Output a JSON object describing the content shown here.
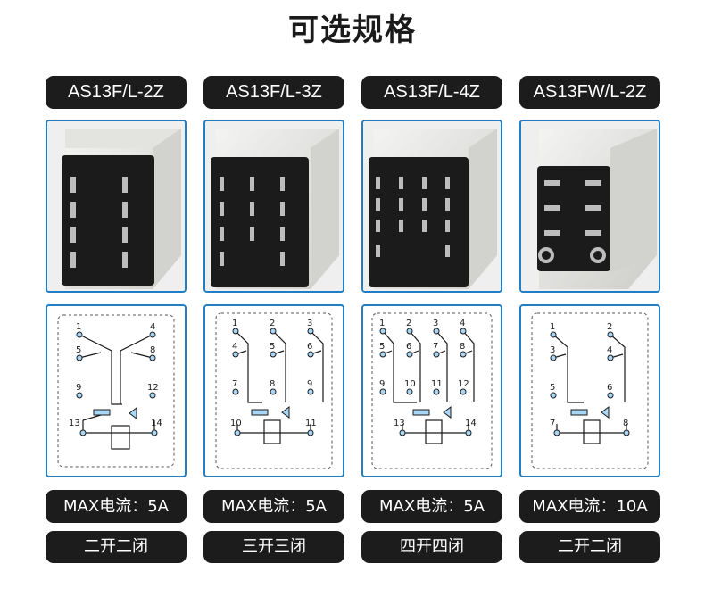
{
  "title": "可选规格",
  "models": [
    {
      "model": "AS13F/L-2Z",
      "current": "MAX电流：5A",
      "contact": "二开二闭",
      "terminals": [
        "1",
        "4",
        "5",
        "8",
        "9",
        "12",
        "13",
        "14"
      ]
    },
    {
      "model": "AS13F/L-3Z",
      "current": "MAX电流：5A",
      "contact": "三开三闭",
      "terminals": [
        "1",
        "2",
        "3",
        "4",
        "5",
        "6",
        "7",
        "8",
        "9",
        "10",
        "11"
      ]
    },
    {
      "model": "AS13F/L-4Z",
      "current": "MAX电流：5A",
      "contact": "四开四闭",
      "terminals": [
        "1",
        "2",
        "3",
        "4",
        "5",
        "6",
        "7",
        "8",
        "9",
        "10",
        "11",
        "12",
        "13",
        "14"
      ]
    },
    {
      "model": "AS13FW/L-2Z",
      "current": "MAX电流：10A",
      "contact": "二开二闭",
      "terminals": [
        "1",
        "2",
        "3",
        "4",
        "5",
        "6",
        "7",
        "8"
      ]
    }
  ],
  "colors": {
    "frame_border": "#1e7fc6",
    "pill_background": "#1c1c1c",
    "pill_text": "#ffffff",
    "diagram_line": "#1a1a1a",
    "terminal_fill": "#a9d6f5",
    "coil_fill": "#a9d6f5",
    "diagram_dash": "#555555"
  }
}
